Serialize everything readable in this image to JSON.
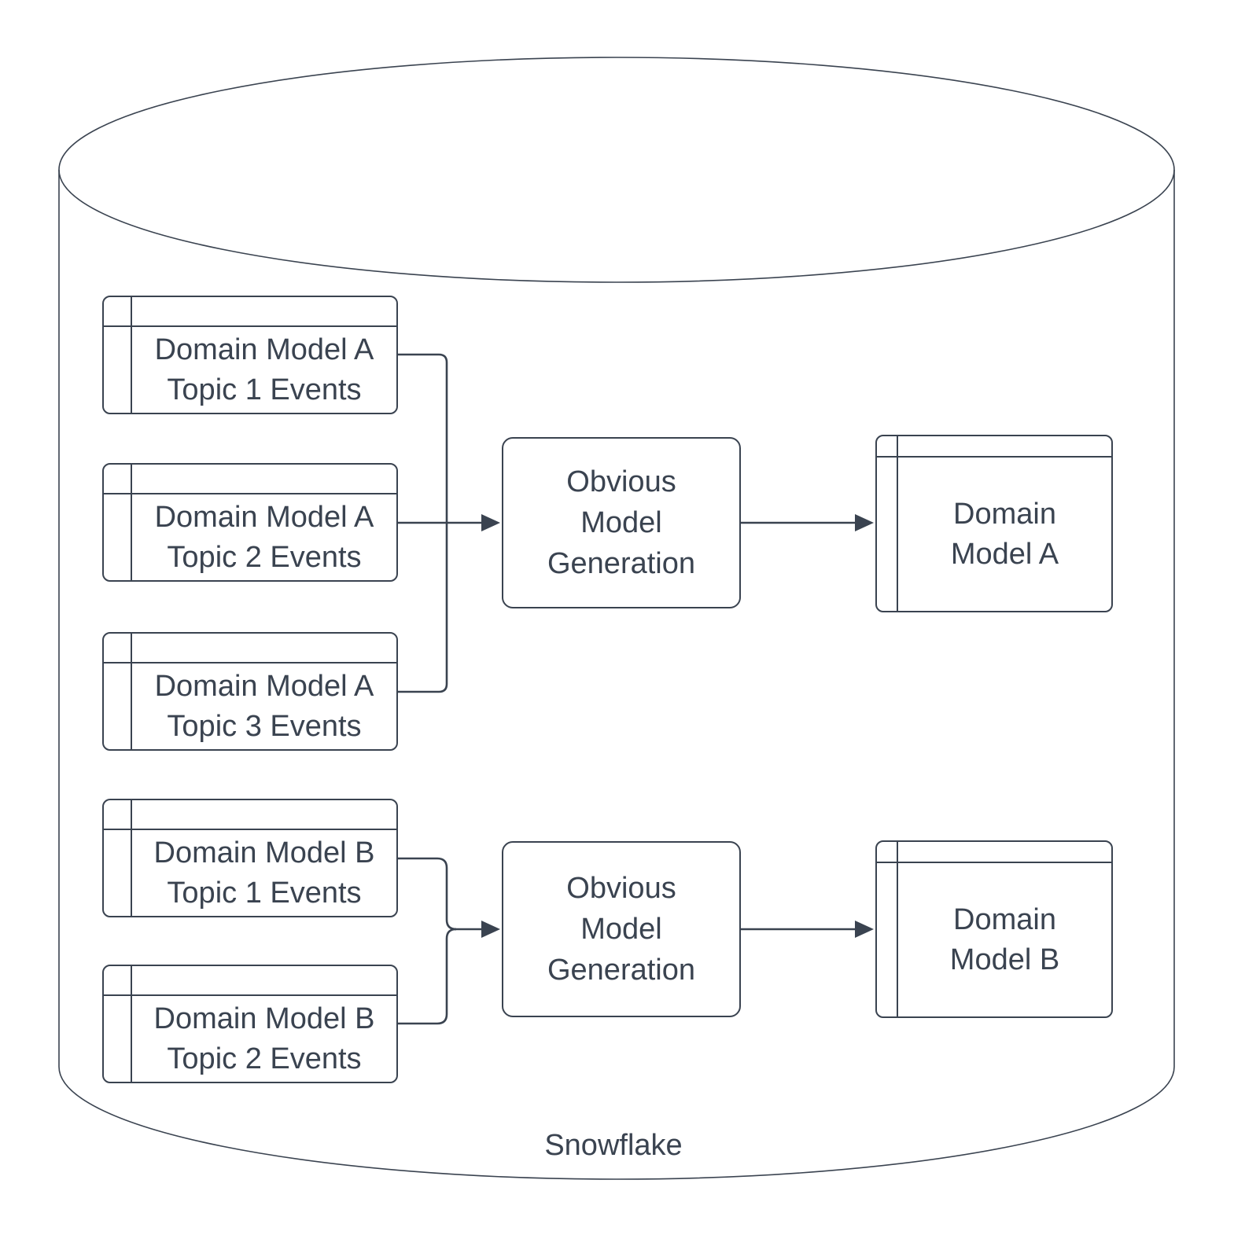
{
  "colors": {
    "stroke": "#3a4350",
    "text": "#3a4350",
    "background": "#ffffff"
  },
  "cylinder": {
    "label": "Snowflake"
  },
  "event_tables": [
    {
      "line1": "Domain Model A",
      "line2": "Topic 1 Events"
    },
    {
      "line1": "Domain Model A",
      "line2": "Topic 2 Events"
    },
    {
      "line1": "Domain Model A",
      "line2": "Topic 3 Events"
    },
    {
      "line1": "Domain Model B",
      "line2": "Topic 1 Events"
    },
    {
      "line1": "Domain Model B",
      "line2": "Topic 2 Events"
    }
  ],
  "process_boxes": [
    {
      "line1": "Obvious",
      "line2": "Model",
      "line3": "Generation"
    },
    {
      "line1": "Obvious",
      "line2": "Model",
      "line3": "Generation"
    }
  ],
  "output_tables": [
    {
      "line1": "Domain",
      "line2": "Model A"
    },
    {
      "line1": "Domain",
      "line2": "Model B"
    }
  ]
}
